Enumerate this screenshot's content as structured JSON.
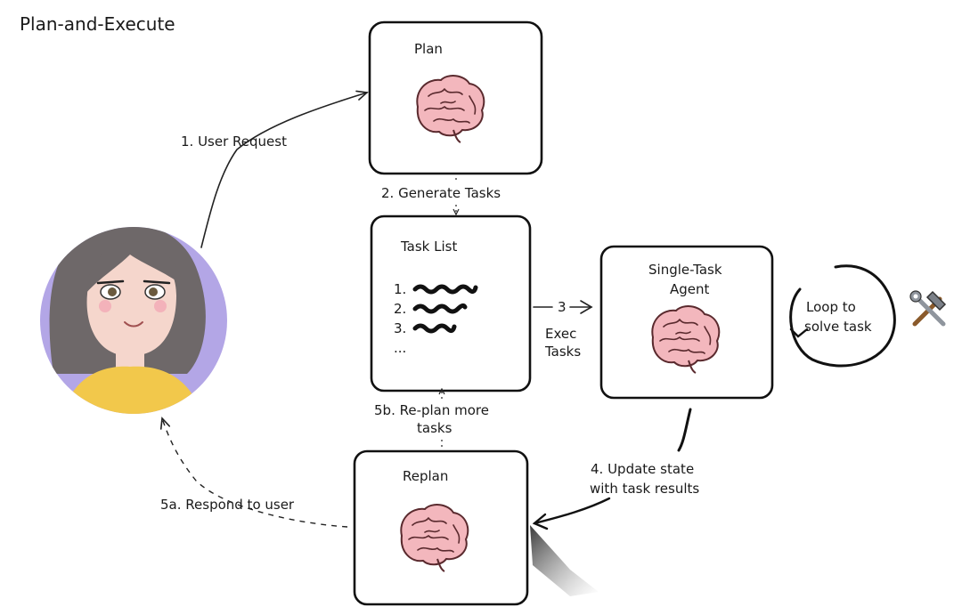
{
  "title": "Plan-and-Execute",
  "nodes": {
    "plan": {
      "label": "Plan"
    },
    "task_list": {
      "label": "Task List",
      "items": [
        "1.",
        "2.",
        "3.",
        "..."
      ]
    },
    "agent": {
      "label_line1": "Single-Task",
      "label_line2": "Agent"
    },
    "replan": {
      "label": "Replan"
    },
    "loop": {
      "line1": "Loop to",
      "line2": "solve task"
    }
  },
  "edges": {
    "user_request": "1. User Request",
    "generate_tasks": "2. Generate Tasks",
    "exec_num": "3",
    "exec_line1": "Exec",
    "exec_line2": "Tasks",
    "update_line1": "4. Update state",
    "update_line2": "with task results",
    "replan_line1": "5b. Re-plan more",
    "replan_line2": "tasks",
    "respond": "5a. Respond to user"
  },
  "icons": {
    "brain": "brain-icon",
    "tools": "hammer-wrench-icon",
    "user": "user-avatar"
  },
  "colors": {
    "brain_fill": "#f3b7bd",
    "brain_stroke": "#5a2a2e",
    "avatar_bg": "#b3a6e6",
    "shirt": "#f2c84b",
    "hair": "#6e6869",
    "skin": "#f5d6cc"
  }
}
